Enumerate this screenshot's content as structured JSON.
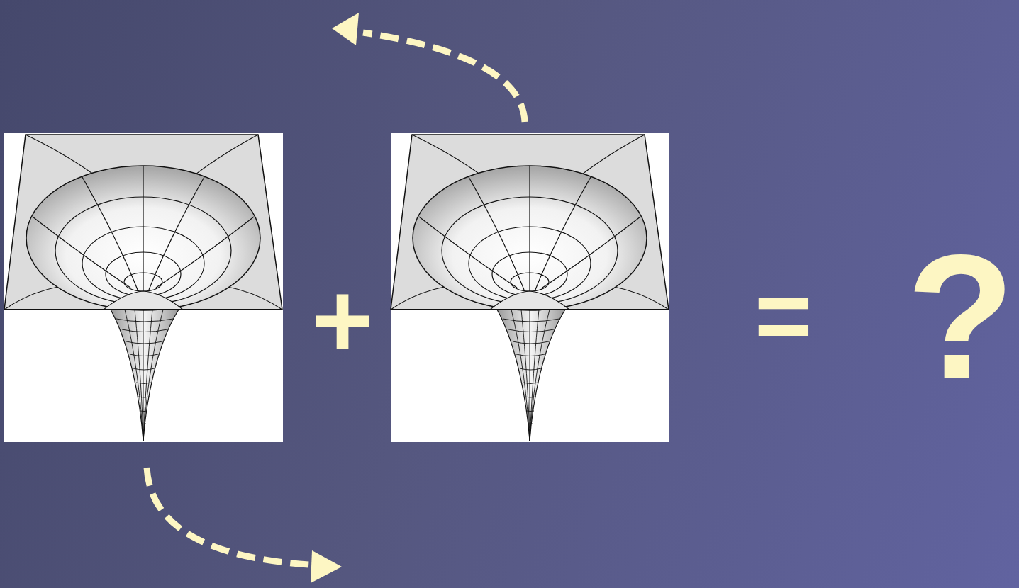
{
  "diagram": {
    "labels": [
      "+",
      "=",
      "?"
    ]
  }
}
